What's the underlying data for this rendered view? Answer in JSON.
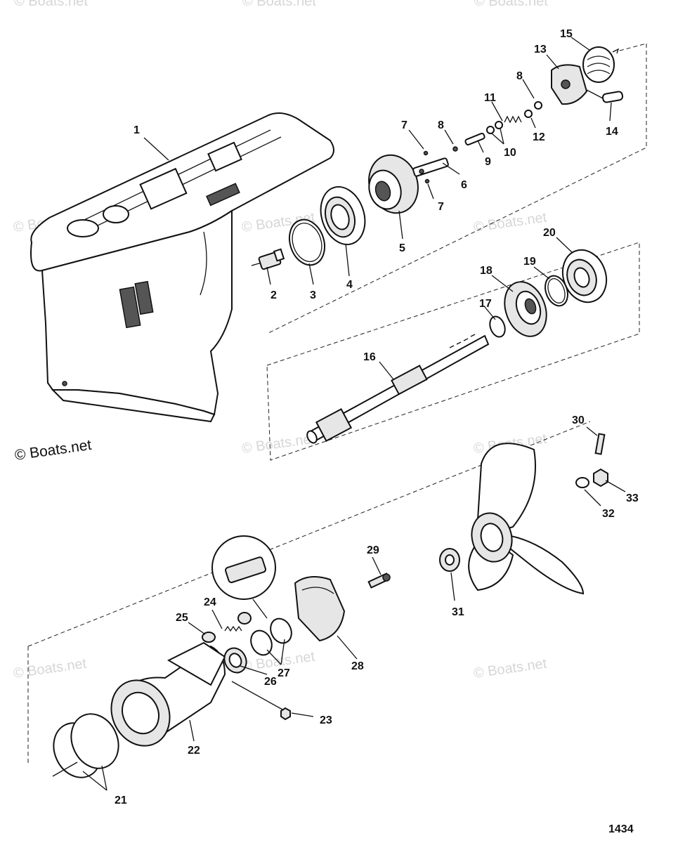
{
  "watermark": "© Boats.net",
  "copyright": "© Boats.net",
  "figure_number": "1434",
  "callouts": {
    "c1": "1",
    "c2": "2",
    "c3": "3",
    "c4": "4",
    "c5": "5",
    "c6": "6",
    "c7a": "7",
    "c7b": "7",
    "c8a": "8",
    "c8b": "8",
    "c9": "9",
    "c10": "10",
    "c11": "11",
    "c12": "12",
    "c13": "13",
    "c14": "14",
    "c15": "15",
    "c16": "16",
    "c17": "17",
    "c18": "18",
    "c19": "19",
    "c20": "20",
    "c21": "21",
    "c22": "22",
    "c23": "23",
    "c24": "24",
    "c25": "25",
    "c26": "26",
    "c27": "27",
    "c28": "28",
    "c29": "29",
    "c30": "30",
    "c31": "31",
    "c32": "32",
    "c33": "33"
  }
}
